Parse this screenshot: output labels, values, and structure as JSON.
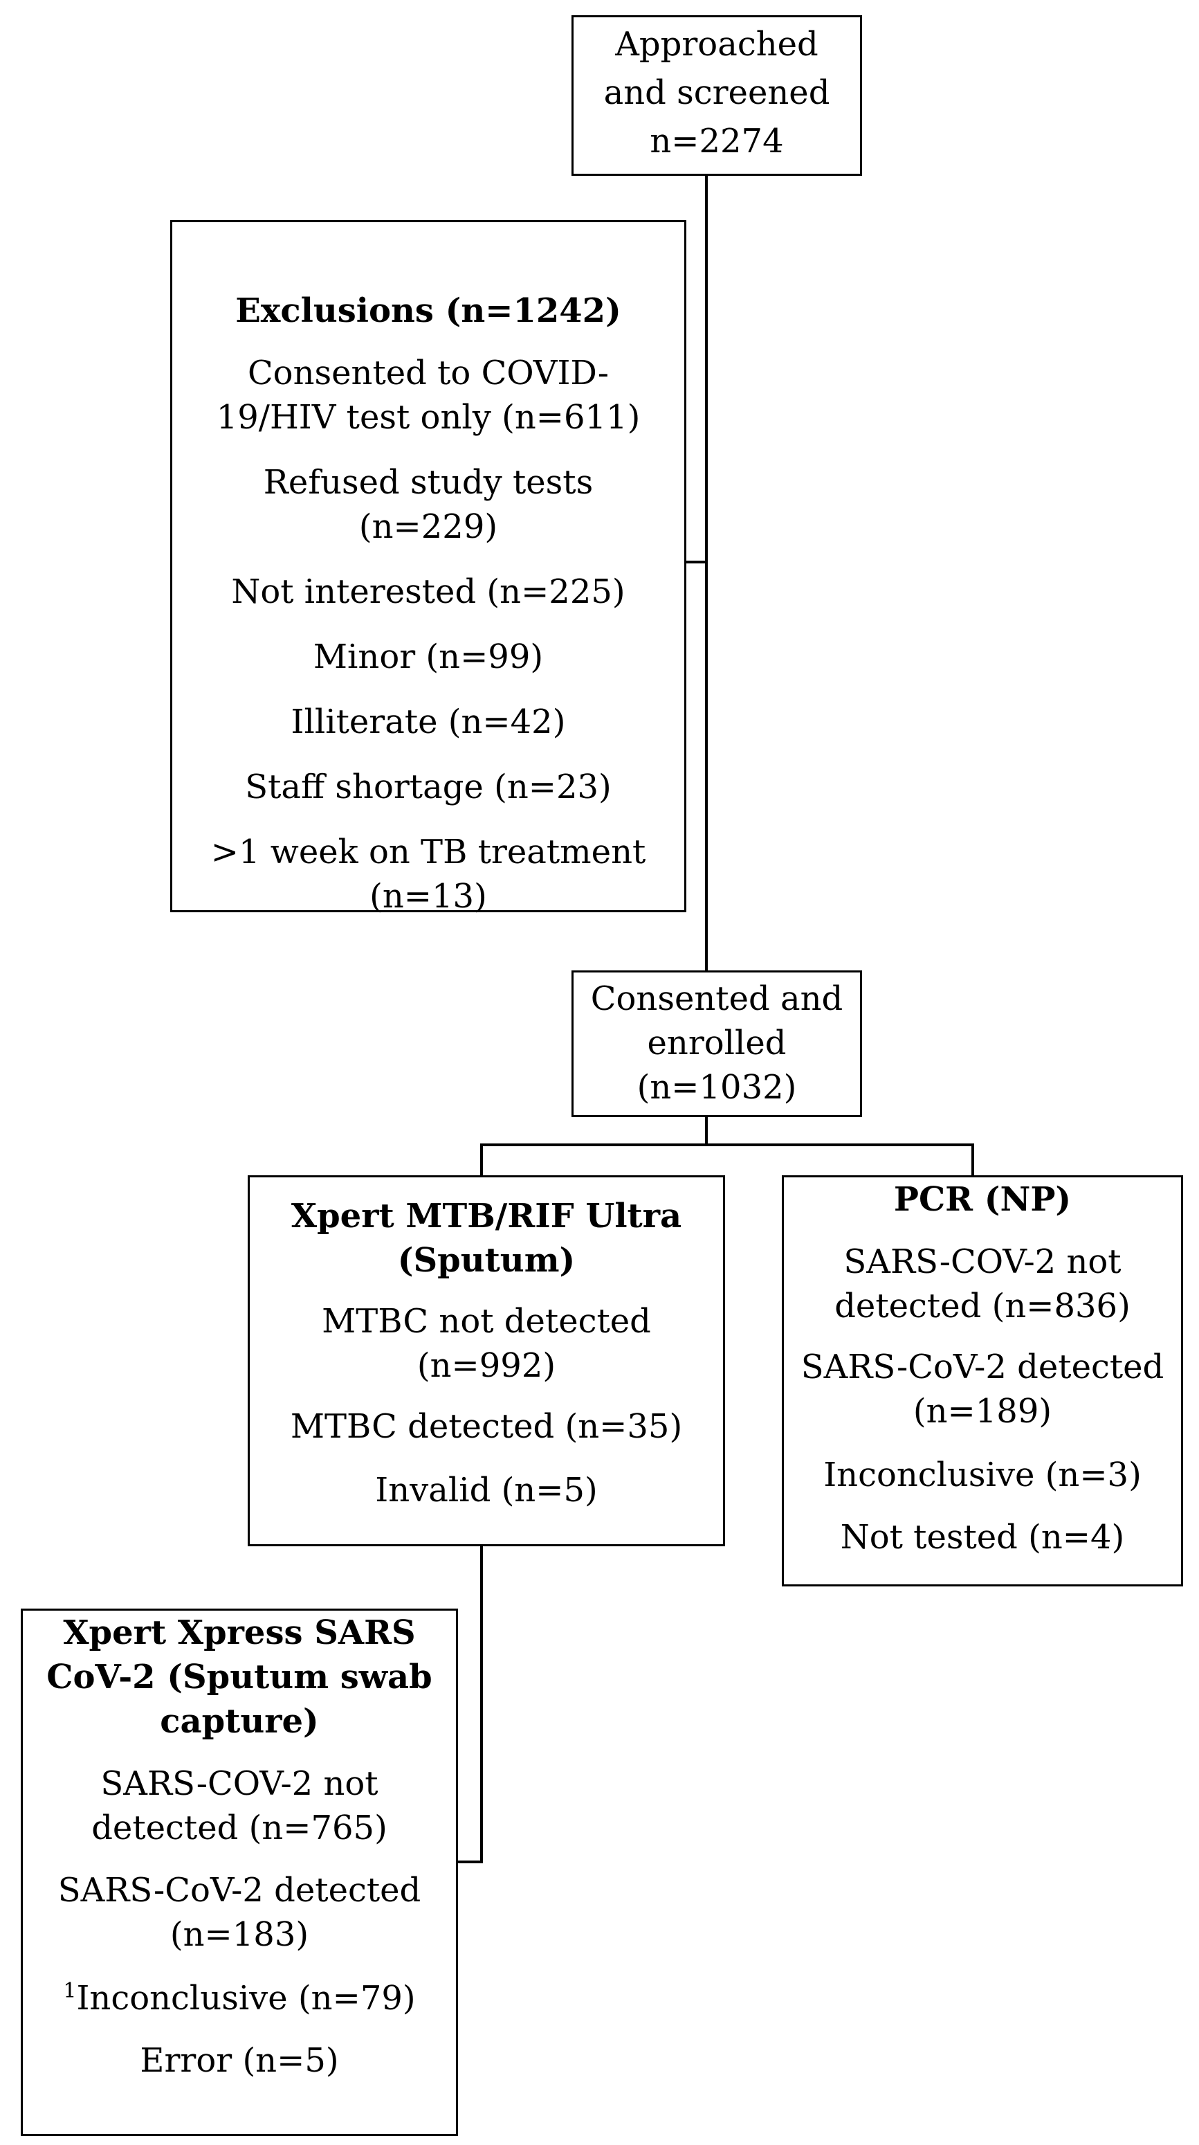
{
  "screened": {
    "lines": [
      "Approached",
      "and screened",
      "n=2274"
    ]
  },
  "exclusions": {
    "title": "Exclusions (n=1242)",
    "items": [
      "Consented to COVID-19/HIV test only (n=611)",
      "Refused study tests (n=229)",
      "Not interested (n=225)",
      "Minor (n=99)",
      "Illiterate (n=42)",
      "Staff shortage (n=23)",
      ">1 week on TB treatment (n=13)"
    ]
  },
  "enrolled": {
    "lines": [
      "Consented and",
      "enrolled",
      "(n=1032)"
    ]
  },
  "xpert_mtb": {
    "title": "Xpert MTB/RIF Ultra (Sputum)",
    "items": [
      "MTBC not detected (n=992)",
      "MTBC detected (n=35)",
      "Invalid (n=5)"
    ]
  },
  "pcr": {
    "title": "PCR (NP)",
    "items": [
      "SARS-COV-2 not detected (n=836)",
      "SARS-CoV-2 detected (n=189)",
      "Inconclusive (n=3)",
      "Not tested (n=4)"
    ]
  },
  "xpert_sars": {
    "title": "Xpert Xpress SARS CoV-2 (Sputum swab capture)",
    "items": [
      "SARS-COV-2 not detected (n=765)",
      "SARS-CoV-2 detected (n=183)",
      "Inconclusive (n=79)",
      "Error (n=5)"
    ],
    "footnote_marker": "1"
  }
}
